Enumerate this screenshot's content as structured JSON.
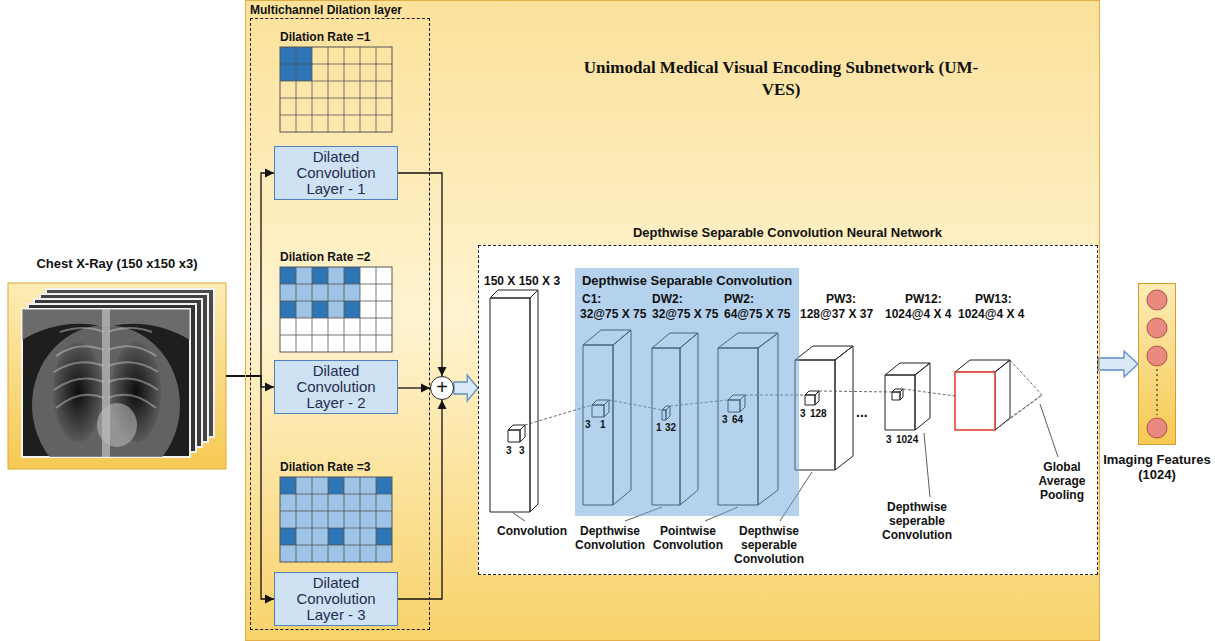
{
  "diagram": {
    "nodes": [
      {
        "text": [
          "Chest X-Ray (150 x150 x3)"
        ]
      },
      {
        "text": [
          "Unimodal Medical Visual Encoding Subnetwork (UM-VES)"
        ]
      },
      {
        "text": [
          "Multichannel Dilation layer"
        ],
        "in": 1
      },
      {
        "text": [
          "Dilated Convolution Layer - 1"
        ],
        "in": 2
      },
      {
        "text": [
          "Dilated Convolution Layer - 2"
        ],
        "in": 2
      },
      {
        "text": [
          "Dilated Convolution Layer - 3"
        ],
        "in": 2
      },
      {
        "text": [
          "+"
        ],
        "in": 1
      },
      {
        "text": [
          "Depthwise Separable Convolution Neural Network"
        ],
        "in": 1
      },
      {
        "text": [
          "Depthwise Separable Convolution",
          "C1:",
          "32@75 X 75",
          "DW2:",
          "32@75 X 75",
          "PW2:",
          "64@75 X 75"
        ],
        "in": 7
      },
      {
        "text": [
          "Imaging Features (1024)"
        ]
      }
    ],
    "edges": [
      {
        "from": 0,
        "to": 3,
        "arrow": "to"
      },
      {
        "from": 0,
        "to": 4,
        "arrow": "to"
      },
      {
        "from": 0,
        "to": 5,
        "arrow": "to"
      },
      {
        "from": 3,
        "to": 6,
        "arrow": "to"
      },
      {
        "from": 4,
        "to": 6,
        "arrow": "to"
      },
      {
        "from": 5,
        "to": 6,
        "arrow": "to"
      },
      {
        "from": 6,
        "to": 7,
        "arrow": "to"
      },
      {
        "from": 7,
        "to": 9,
        "arrow": "to"
      }
    ],
    "labels": [
      "Dilation Rate =1",
      "Dilation Rate =2",
      "Dilation Rate =3",
      "150 X 150 X 3",
      "3",
      "3",
      "3",
      "1",
      "1",
      "32",
      "3",
      "64",
      "PW3:",
      "128@37 X 37",
      "3",
      "128",
      "...",
      "PW12:",
      "1024@4 X 4",
      "3",
      "1024",
      "PW13:",
      "1024@4 X 4",
      "Convolution",
      "Depthwise Convolution",
      "Pointwise Convolution",
      "Depthwise seperable Convolution",
      "Depthwise seperable Convolution",
      "Global Average Pooling"
    ]
  }
}
